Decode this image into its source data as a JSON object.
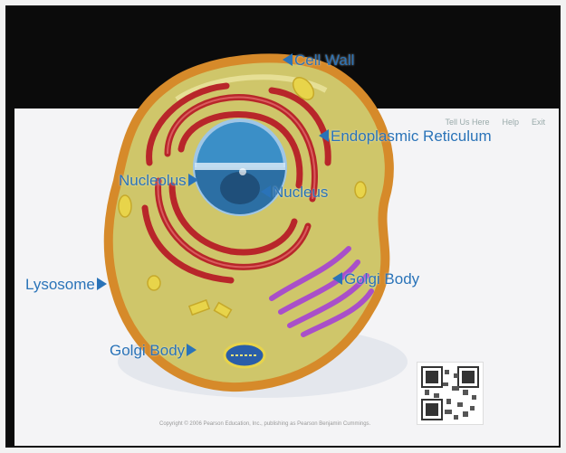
{
  "scene": {
    "labels": {
      "cell_wall": "Cell Wall",
      "endoplasmic_reticulum": "Endoplasmic Reticulum",
      "nucleolus": "Nucleolus",
      "nucleus": "Nucleus",
      "lysosome": "Lysosome",
      "golgi_body_right": "Golgi Body",
      "golgi_body_bottom": "Golgi Body"
    },
    "paper_menu": [
      "Tell Us Here",
      "Help",
      "Exit"
    ],
    "footnote": "Copyright © 2006 Pearson Education, Inc., publishing as Pearson Benjamin Cummings.",
    "colors": {
      "label_blue": "#2a73b8",
      "cell_wall": "#d68a2a",
      "cytoplasm": "#cfc66a",
      "er_red": "#b8262a",
      "nucleus_blue": "#3b8fc7",
      "golgi_purple": "#a94fc9",
      "lysosome_yellow": "#e8d44a"
    }
  }
}
